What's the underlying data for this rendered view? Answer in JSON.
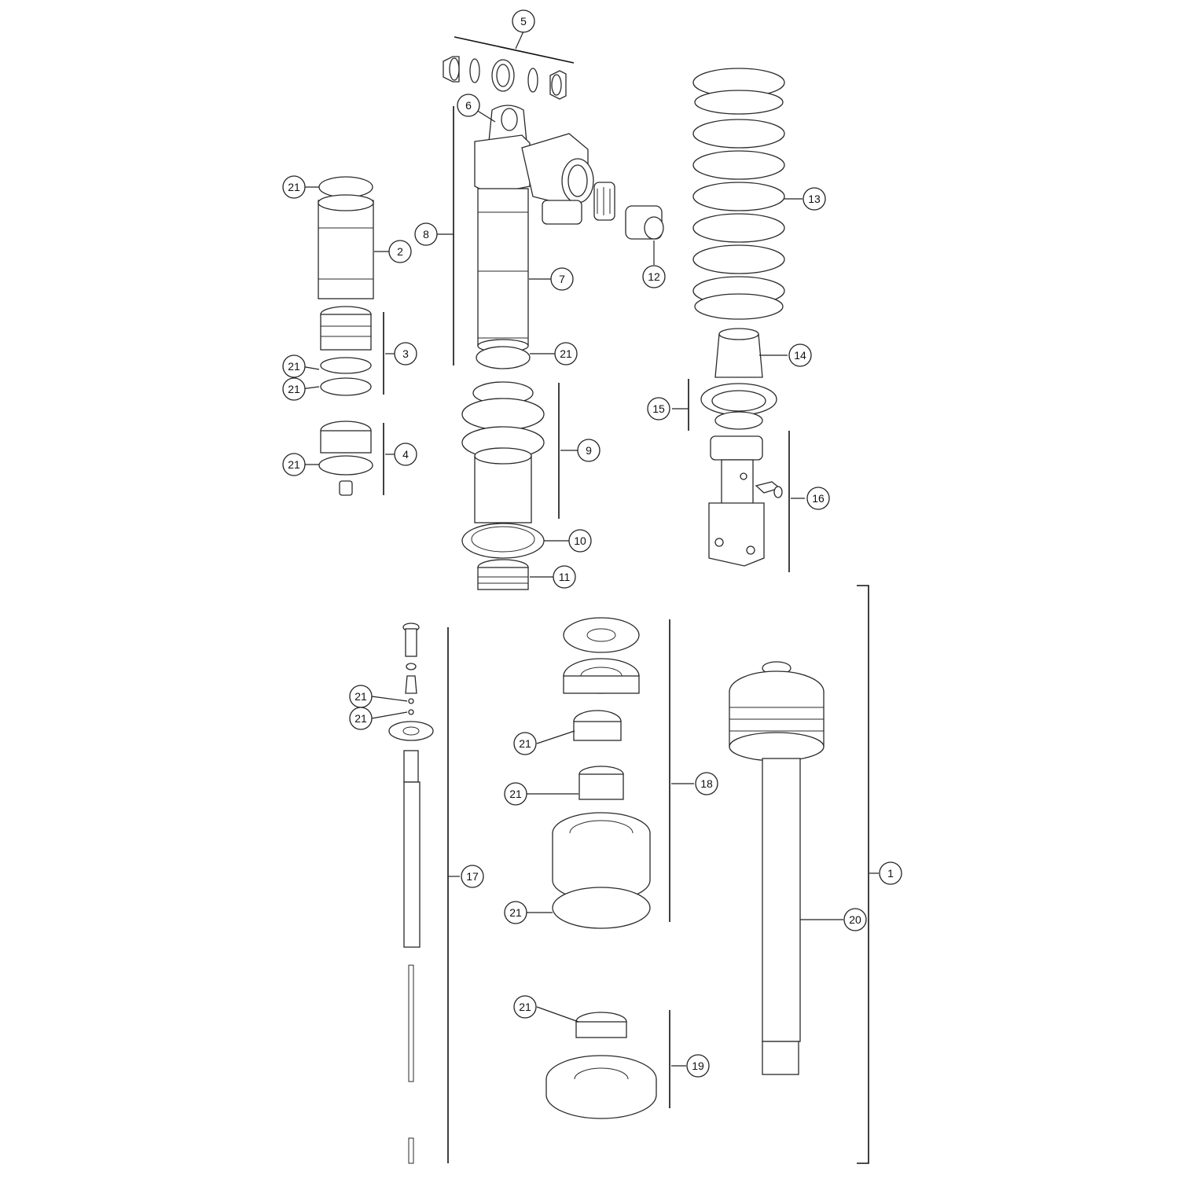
{
  "callouts": {
    "c1": "1",
    "c2": "2",
    "c3": "3",
    "c4": "4",
    "c5": "5",
    "c6": "6",
    "c7": "7",
    "c8": "8",
    "c9": "9",
    "c10": "10",
    "c11": "11",
    "c12": "12",
    "c13": "13",
    "c14": "14",
    "c15": "15",
    "c16": "16",
    "c17": "17",
    "c18": "18",
    "c19": "19",
    "c20": "20",
    "c21_o_ring": "21"
  }
}
